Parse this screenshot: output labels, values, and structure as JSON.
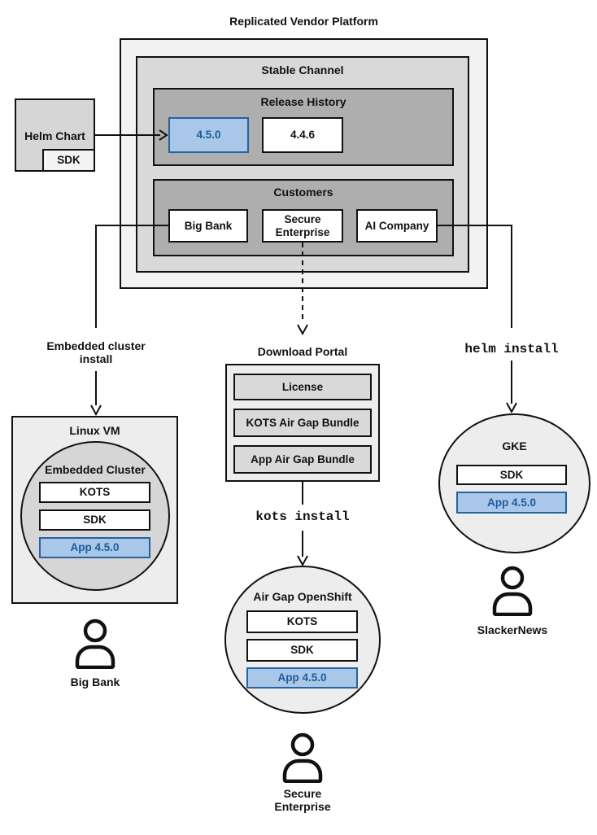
{
  "platform": {
    "title": "Replicated Vendor Platform"
  },
  "stable_channel": {
    "title": "Stable Channel"
  },
  "release_history": {
    "title": "Release History",
    "releases": [
      "4.5.0",
      "4.4.6"
    ]
  },
  "customers": {
    "title": "Customers",
    "items": [
      "Big Bank",
      "Secure Enterprise",
      "AI Company"
    ]
  },
  "helm_chart": {
    "title": "Helm Chart",
    "sdk_label": "SDK"
  },
  "connectors": {
    "embedded_install_line1": "Embedded cluster",
    "embedded_install_line2": "install",
    "kots_install": "kots install",
    "helm_install": "helm install"
  },
  "download_portal": {
    "title": "Download Portal",
    "items": [
      "License",
      "KOTS Air Gap Bundle",
      "App Air Gap Bundle"
    ]
  },
  "big_bank_install": {
    "vm_title": "Linux VM",
    "cluster_title": "Embedded Cluster",
    "kots_label": "KOTS",
    "sdk_label": "SDK",
    "app_label": "App 4.5.0",
    "user_label": "Big Bank"
  },
  "secure_enterprise_install": {
    "cluster_title": "Air Gap OpenShift",
    "kots_label": "KOTS",
    "sdk_label": "SDK",
    "app_label": "App 4.5.0",
    "user_label": "Secure Enterprise"
  },
  "slackernews_install": {
    "cluster_title": "GKE",
    "sdk_label": "SDK",
    "app_label": "App 4.5.0",
    "user_label": "SlackerNews"
  },
  "colors": {
    "highlight_fill": "#a9c7e8",
    "highlight_border": "#27619f",
    "highlight_text": "#1d5c9b",
    "line_color": "#111111"
  }
}
